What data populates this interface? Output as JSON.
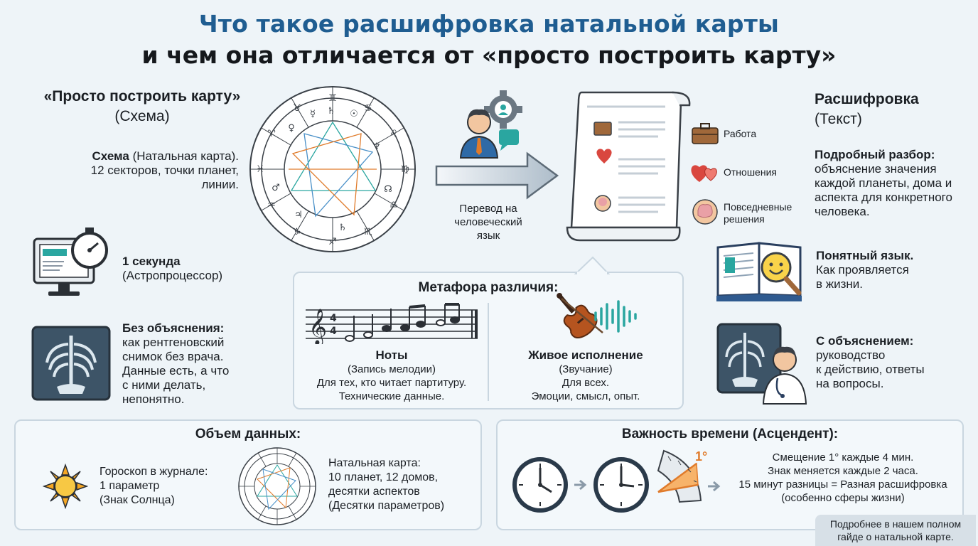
{
  "header": {
    "title_line1": "Что такое расшифровка натальной карты",
    "title_line2": "и чем она отличается от «просто построить карту»"
  },
  "left": {
    "heading": "«Просто построить карту»",
    "subheading": "(Схема)",
    "schema_bold": "Схема",
    "schema_rest": " (Натальная карта).",
    "schema_line2": "12 секторов, точки планет,",
    "schema_line3": "линии.",
    "speed_bold": "1 секунда",
    "speed_rest": "(Астропроцессор)",
    "noexp_bold": "Без объяснения:",
    "noexp_lines": [
      "как рентгеновский",
      "снимок без врача.",
      "Данные есть, а что",
      "с ними делать,",
      "непонятно."
    ]
  },
  "middle": {
    "translation_lines": [
      "Перевод на",
      "человеческий",
      "язык"
    ]
  },
  "document": {
    "items": [
      "Работа",
      "Отношения",
      "Повседневные решения"
    ]
  },
  "right": {
    "heading": "Расшифровка",
    "subheading": "(Текст)",
    "detail_bold": "Подробный разбор:",
    "detail_lines": [
      "объяснение значения",
      "каждой планеты, дома и",
      "аспекта для конкретного",
      "человека."
    ],
    "clear_bold": "Понятный язык.",
    "clear_lines": [
      "Как проявляется",
      "в жизни."
    ],
    "withexp_bold": "С объяснением:",
    "withexp_lines": [
      "руководство",
      "к действию, ответы",
      "на вопросы."
    ]
  },
  "metaphor": {
    "title": "Метафора различия:",
    "notes_title": "Ноты",
    "notes_lines": [
      "(Запись мелодии)",
      "Для тех, кто читает партитуру.",
      "Технические данные."
    ],
    "live_title": "Живое исполнение",
    "live_lines": [
      "(Звучание)",
      "Для всех.",
      "Эмоции, смысл, опыт."
    ]
  },
  "volume": {
    "title": "Объем данных:",
    "horoscope_lines": [
      "Гороскоп в журнале:",
      "1 параметр",
      "(Знак Солнца)"
    ],
    "natal_lines": [
      "Натальная карта:",
      "10 планет, 12 домов,",
      "десятки аспектов",
      "(Десятки параметров)"
    ]
  },
  "time": {
    "title": "Важность времени (Асцендент):",
    "degree_label": "1°",
    "lines": [
      "Смещение 1° каждые 4 мин.",
      "Знак меняется каждые 2 часа.",
      "15 минут разницы = Разная расшифровка",
      "(особенно сферы жизни)"
    ]
  },
  "footer": {
    "lines": [
      "Подробнее в нашем полном",
      "гайде о натальной карте."
    ]
  },
  "colors": {
    "title_blue": "#1f5d91",
    "panel_border": "#c9d6e0",
    "accent_orange": "#e07b2b",
    "accent_teal": "#2aa6a0",
    "heart_red": "#d9473f"
  },
  "icons": [
    "natal-chart-icon",
    "person-gear-icon",
    "arrow-right-icon",
    "document-scroll-icon",
    "briefcase-icon",
    "hearts-icon",
    "brain-icon",
    "computer-stopwatch-icon",
    "xray-icon",
    "open-book-smiley-icon",
    "doctor-xray-icon",
    "music-notes-icon",
    "violin-icon",
    "sound-wave-icon",
    "sun-icon",
    "clock-icon",
    "ascendant-sector-icon"
  ]
}
